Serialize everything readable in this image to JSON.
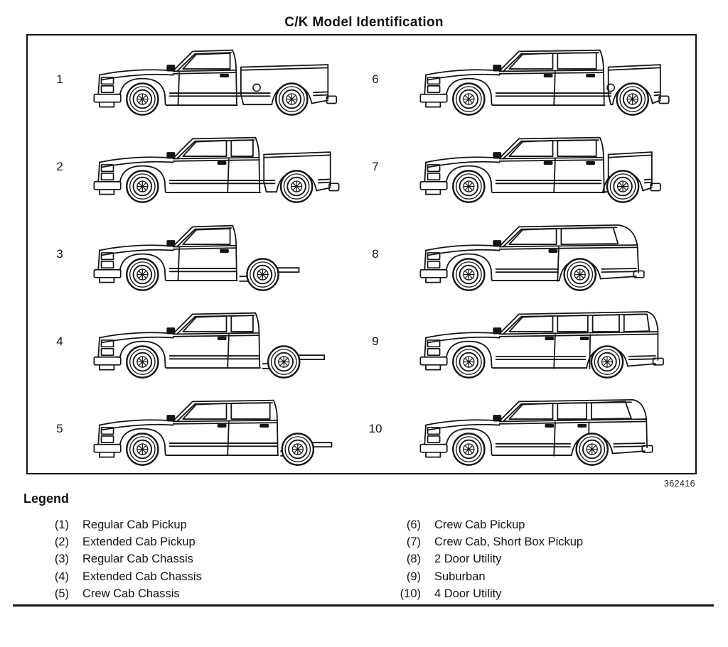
{
  "page": {
    "title": "C/K Model Identification",
    "figure_number": "362416"
  },
  "legend": {
    "heading": "Legend",
    "columns": [
      {
        "items": [
          {
            "number": "(1)",
            "label": "Regular Cab Pickup"
          },
          {
            "number": "(2)",
            "label": "Extended Cab Pickup"
          },
          {
            "number": "(3)",
            "label": "Regular Cab Chassis"
          },
          {
            "number": "(4)",
            "label": "Extended Cab Chassis"
          },
          {
            "number": "(5)",
            "label": "Crew Cab Chassis"
          }
        ]
      },
      {
        "items": [
          {
            "number": "(6)",
            "label": "Crew Cab Pickup"
          },
          {
            "number": "(7)",
            "label": "Crew Cab, Short Box Pickup"
          },
          {
            "number": "(8)",
            "label": "2 Door Utility"
          },
          {
            "number": "(9)",
            "label": "Suburban"
          },
          {
            "number": "(10)",
            "label": "4 Door Utility"
          }
        ]
      }
    ]
  },
  "vehicles": {
    "left": [
      {
        "number": "1",
        "name": "Regular Cab Pickup",
        "type": "regular-cab-pickup"
      },
      {
        "number": "2",
        "name": "Extended Cab Pickup",
        "type": "extended-cab-pickup"
      },
      {
        "number": "3",
        "name": "Regular Cab Chassis",
        "type": "regular-cab-chassis"
      },
      {
        "number": "4",
        "name": "Extended Cab Chassis",
        "type": "extended-cab-chassis"
      },
      {
        "number": "5",
        "name": "Crew Cab Chassis",
        "type": "crew-cab-chassis"
      }
    ],
    "right": [
      {
        "number": "6",
        "name": "Crew Cab Pickup",
        "type": "crew-cab-pickup"
      },
      {
        "number": "7",
        "name": "Crew Cab, Short Box Pickup",
        "type": "crew-cab-short-box-pickup"
      },
      {
        "number": "8",
        "name": "2 Door Utility",
        "type": "two-door-utility"
      },
      {
        "number": "9",
        "name": "Suburban",
        "type": "suburban"
      },
      {
        "number": "10",
        "name": "4 Door Utility",
        "type": "four-door-utility"
      }
    ]
  },
  "colors": {
    "ink": "#141414",
    "background": "#ffffff"
  }
}
